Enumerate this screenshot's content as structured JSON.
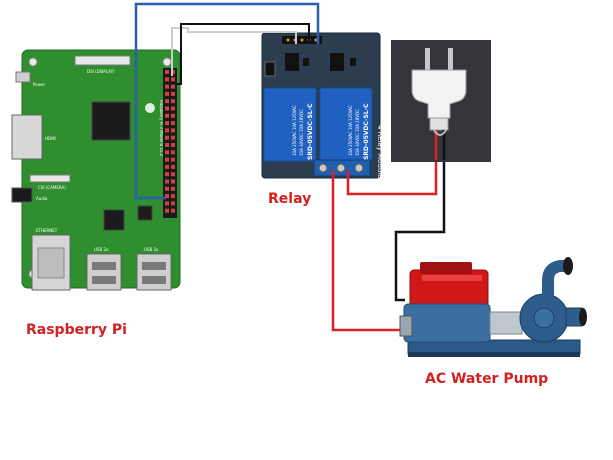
{
  "labels": {
    "raspberry_pi": "Raspberry Pi",
    "relay": "Relay",
    "pump": "AC Water Pump"
  },
  "board": {
    "relay_module_text": "4 Relay Module",
    "relay_part": "SRD-05VDC-SL-C",
    "relay_rating_1": "10A 250VAC 10A 125VAC",
    "relay_rating_2": "10A 30VDC 10A 28VDC",
    "pi_ethernet": "ETHERNET",
    "pi_usb": "USB 2x",
    "pi_hdmi": "HDMI",
    "pi_power": "Power",
    "pi_dsi": "DSI (DISPLAY)",
    "pi_csi": "CSI (CAMERA)",
    "pi_audio": "Audio"
  },
  "colors": {
    "label": "#d42020",
    "pi_board": "#2f8f2f",
    "relay_board": "#2b3d4f",
    "relay_coil": "#2060c0",
    "wire_red": "#e02020",
    "wire_black": "#111111",
    "wire_blue": "#2a5fb0",
    "wire_white": "#cccccc",
    "plug_bg": "#33353b",
    "pump_motor": "#d01818",
    "pump_body": "#3a6fa0"
  }
}
